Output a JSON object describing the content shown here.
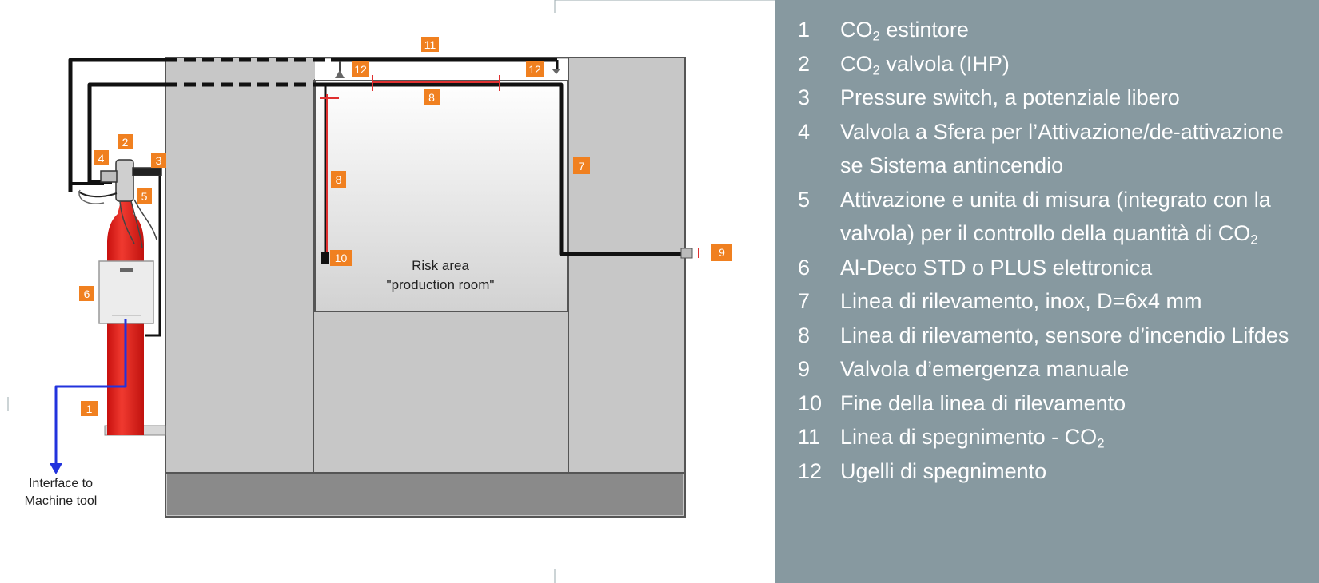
{
  "diagram": {
    "risk_area_line1": "Risk area",
    "risk_area_line2": "\"production room\"",
    "interface_line1": "Interface to",
    "interface_line2": "Machine tool",
    "callouts": [
      "1",
      "2",
      "3",
      "4",
      "5",
      "6",
      "7",
      "8",
      "8",
      "9",
      "10",
      "11",
      "12",
      "12"
    ]
  },
  "legend": {
    "items": [
      {
        "num": "1",
        "pre": "CO",
        "sub": "2",
        "post": " estintore"
      },
      {
        "num": "2",
        "pre": "CO",
        "sub": "2",
        "post": " valvola (IHP)"
      },
      {
        "num": "3",
        "pre": "Pressure switch, a potenziale libero",
        "sub": "",
        "post": ""
      },
      {
        "num": "4",
        "pre": "Valvola a Sfera per l’Attivazione/de-attivazione se Sistema antincendio",
        "sub": "",
        "post": ""
      },
      {
        "num": "5",
        "pre": "Attivazione e unita di misura (integrato con la valvola) per il controllo della quantità di CO",
        "sub": "2",
        "post": ""
      },
      {
        "num": "6",
        "pre": "Al-Deco STD o PLUS elettronica",
        "sub": "",
        "post": ""
      },
      {
        "num": "7",
        "pre": "Linea di rilevamento, inox, D=6x4 mm",
        "sub": "",
        "post": ""
      },
      {
        "num": "8",
        "pre": "Linea di rilevamento, sensore d’incendio Lifdes",
        "sub": "",
        "post": ""
      },
      {
        "num": "9",
        "pre": "Valvola d’emergenza manuale",
        "sub": "",
        "post": ""
      },
      {
        "num": "10",
        "pre": "Fine della linea di rilevamento",
        "sub": "",
        "post": ""
      },
      {
        "num": "11",
        "pre": "Linea di spegnimento - CO",
        "sub": "2",
        "post": ""
      },
      {
        "num": "12",
        "pre": "Ugelli di spegnimento",
        "sub": "",
        "post": ""
      }
    ]
  },
  "colors": {
    "panel_bg": "#8799a0",
    "callout_bg": "#f08020",
    "cylinder": "#e8211e",
    "detection_line": "#e03030",
    "interface_arrow": "#2233dd"
  }
}
